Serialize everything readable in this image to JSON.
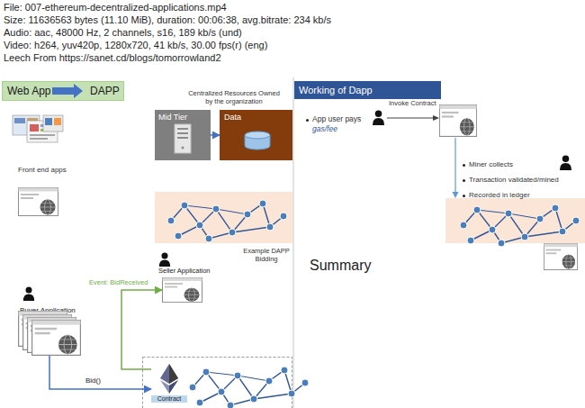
{
  "diagram": {
    "nodes": [
      {
        "text": [
          "Web App",
          "DAPP"
        ]
      },
      {
        "text": [
          "Mid Tier"
        ]
      },
      {
        "text": [
          "Data"
        ]
      },
      {
        "text": [
          "Seller Application"
        ]
      },
      {
        "text": [
          "Buyer Application"
        ]
      },
      {
        "text": [
          "Contract"
        ]
      },
      {
        "text": [
          "Working of Dapp"
        ]
      }
    ],
    "edges": [
      {
        "from": 1,
        "to": 2,
        "arrow": "to"
      },
      {
        "from": 5,
        "to": 3,
        "label": "Event: BidReceived",
        "arrow": "to"
      },
      {
        "from": 4,
        "to": 5,
        "label": "Bid()",
        "arrow": "to"
      }
    ],
    "labels": [
      "File: 007-ethereum-decentralized-applications.mp4",
      "Size: 11636563 bytes (11.10 MiB), duration: 00:06:38, avg.bitrate: 234 kb/s",
      "Audio: aac, 48000 Hz, 2 channels, s16, 189 kb/s (und)",
      "Video: h264, yuv420p, 1280x720, 41 kb/s, 30.00 fps(r) (eng)",
      "Leech From https://sanet.cd/blogs/tomorrowland2",
      "Centralized Resources Owned by the organization",
      "Front end apps",
      "Example DAPP Bidding",
      "Invoke Contract",
      "App user pays",
      "gas/fee",
      "Miner collects",
      "Transaction validated/mined",
      "Recorded in ledger",
      "Summary"
    ]
  }
}
